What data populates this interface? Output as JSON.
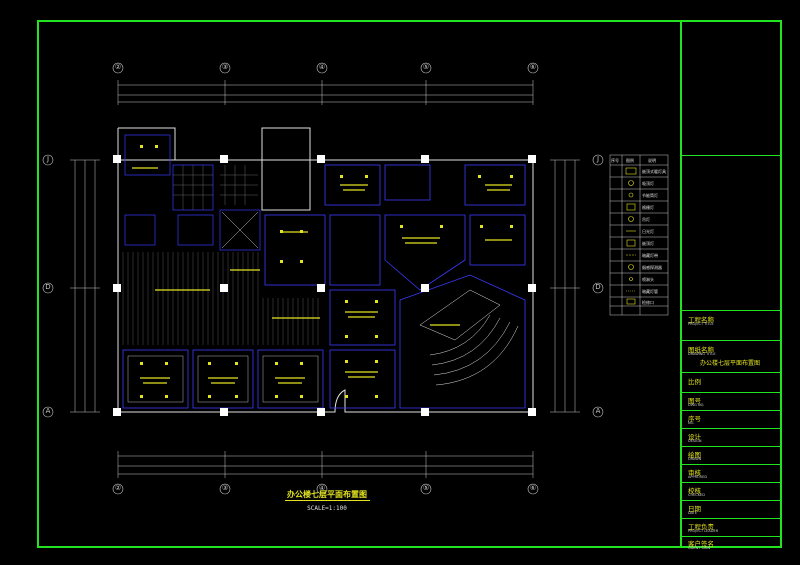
{
  "drawing": {
    "title": "办公楼七层平面布置图",
    "scale": "SCALE=1:100"
  },
  "axes": {
    "columns": [
      "②",
      "③",
      "④",
      "⑤",
      "⑥"
    ],
    "rows": [
      "J",
      "D",
      "A"
    ]
  },
  "legend": {
    "headers": [
      "序号",
      "图例",
      "说明"
    ],
    "items": [
      "嵌顶式暖灯具",
      "吸顶灯",
      "节能筒灯",
      "格栅灯",
      "吊灯",
      "日光灯",
      "嵌顶灯",
      "暗藏灯带",
      "烟感探测器",
      "喷淋头",
      "暗藏灯管",
      "检修口"
    ]
  },
  "title_block": {
    "rows": [
      {
        "label": "工程名称",
        "sub": "PROJECT TITLE",
        "value": ""
      },
      {
        "label": "图纸名称",
        "sub": "DRAWING TITLE",
        "value": "办公楼七层平面布置图"
      },
      {
        "label": "比例",
        "sub": "",
        "value": ""
      },
      {
        "label": "图号",
        "sub": "DWG NO.",
        "value": ""
      },
      {
        "label": "序号",
        "sub": "NO.",
        "value": ""
      },
      {
        "label": "设计",
        "sub": "DESIGN",
        "value": ""
      },
      {
        "label": "绘图",
        "sub": "DRAWN",
        "value": ""
      },
      {
        "label": "审核",
        "sub": "APPROVED",
        "value": ""
      },
      {
        "label": "校核",
        "sub": "CHECKED",
        "value": ""
      },
      {
        "label": "日期",
        "sub": "DATE",
        "value": ""
      },
      {
        "label": "工程负责",
        "sub": "PROJECT LEADER",
        "value": ""
      },
      {
        "label": "客户签名",
        "sub": "CLIENT SIGN",
        "value": ""
      }
    ]
  },
  "colors": {
    "frame": "#21e321",
    "wall": "#e0e0e0",
    "ceiling": "#3b3bff",
    "text": "#e3e321",
    "dim": "#c8c8c8",
    "column": "#ffffff"
  }
}
